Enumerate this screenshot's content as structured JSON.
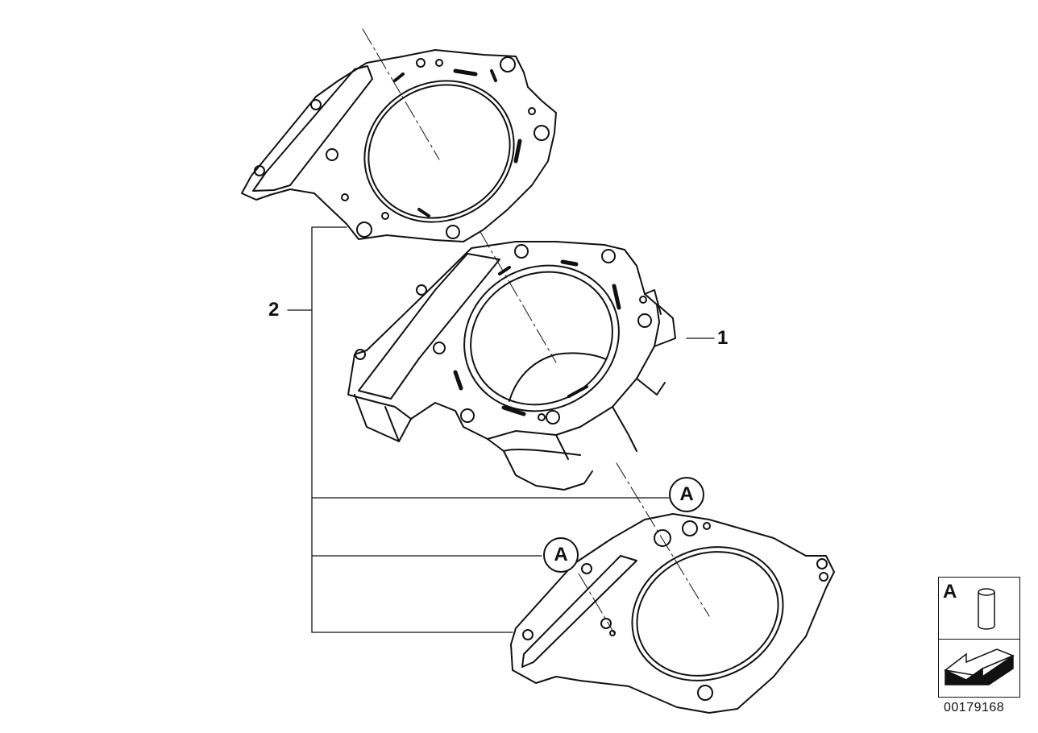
{
  "labels": {
    "part_1": "1",
    "part_2": "2"
  },
  "callouts": {
    "upper": "A",
    "lower": "A"
  },
  "legend": {
    "letter": "A",
    "icon": "dowel-pin-icon",
    "arrow_icon": "direction-arrow-icon"
  },
  "diagram_number": "00179168"
}
